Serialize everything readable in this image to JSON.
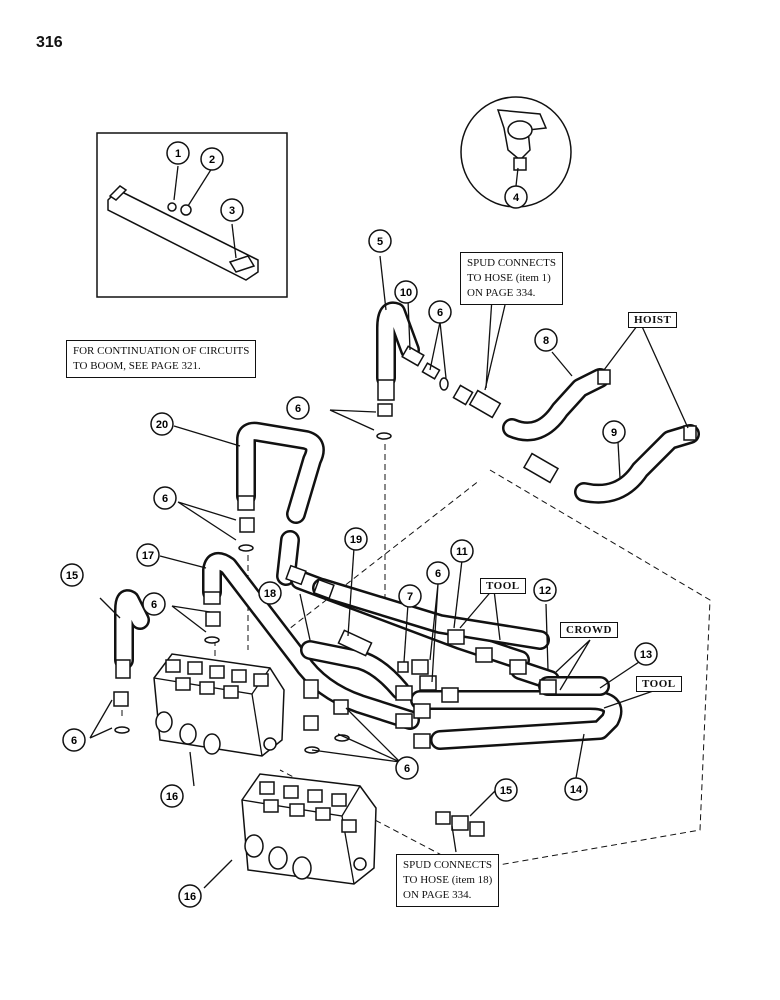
{
  "page_number": "316",
  "notes": {
    "continuation": "FOR CONTINUATION OF CIRCUITS\nTO BOOM, SEE PAGE 321.",
    "spud_top": "SPUD CONNECTS\nTO HOSE (item 1)\nON PAGE 334.",
    "spud_bottom": "SPUD CONNECTS\nTO HOSE (item 18)\nON PAGE 334."
  },
  "tags": {
    "hoist": "HOIST",
    "tool_upper": "TOOL",
    "crowd": "CROWD",
    "tool_lower": "TOOL"
  },
  "callouts": [
    "1",
    "2",
    "3",
    "4",
    "5",
    "10",
    "6",
    "8",
    "9",
    "6",
    "20",
    "6",
    "17",
    "19",
    "11",
    "6",
    "15",
    "18",
    "7",
    "12",
    "6",
    "13",
    "14",
    "16",
    "6",
    "15",
    "16",
    "6"
  ]
}
